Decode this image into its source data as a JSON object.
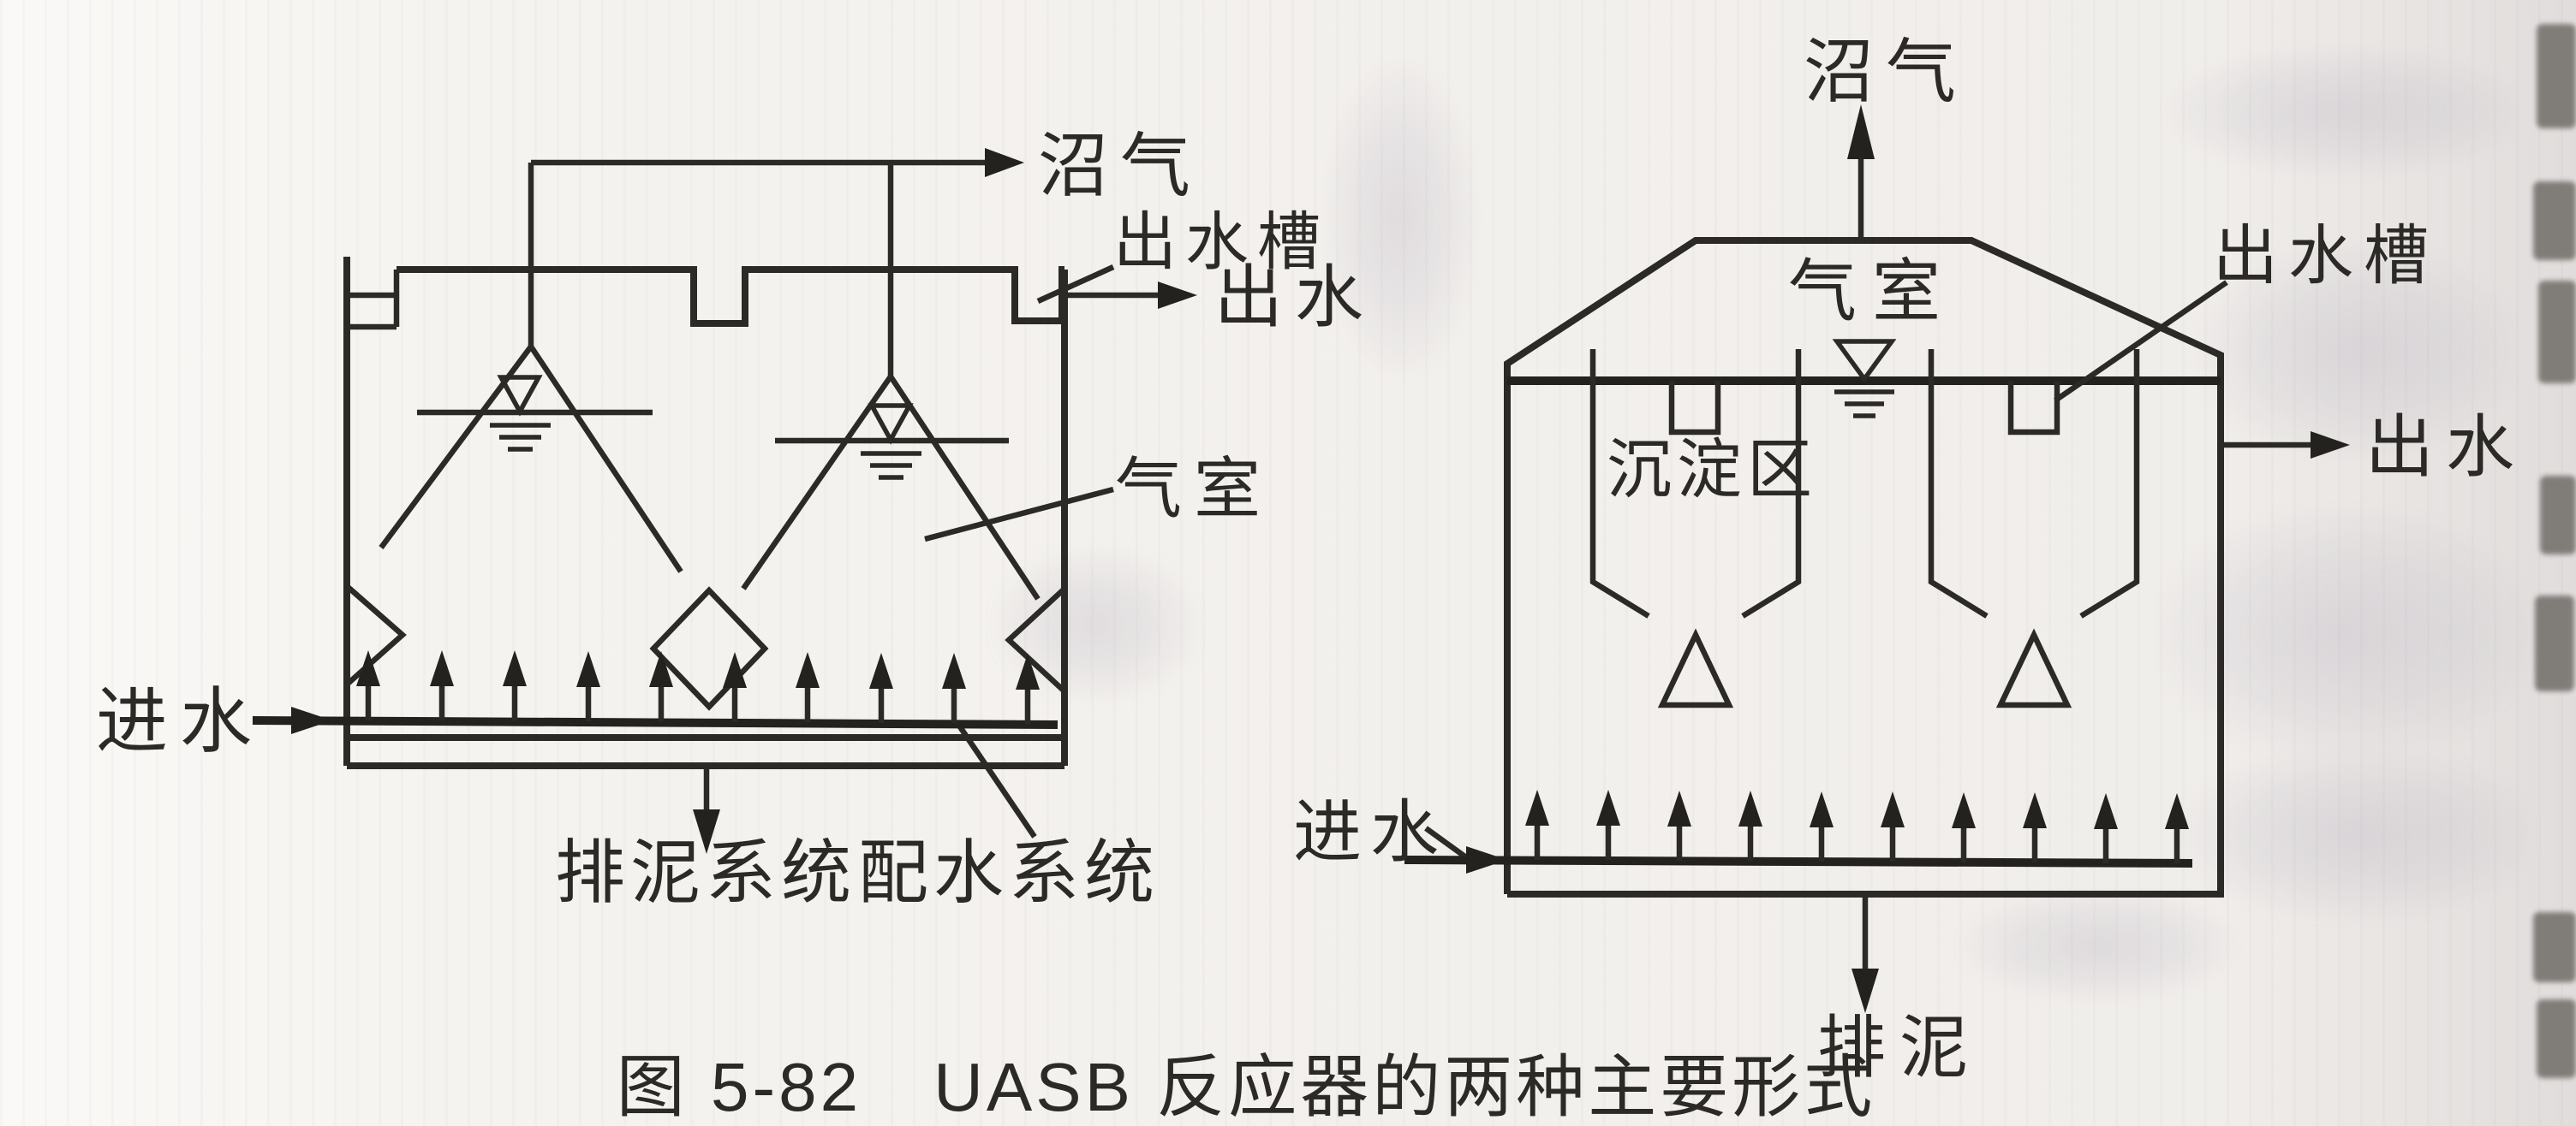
{
  "page": {
    "paper_color": "#f5f3ef",
    "ink_color": "#2b2a26"
  },
  "caption": "图 5-82　UASB 反应器的两种主要形式",
  "left_reactor": {
    "labels": {
      "biogas": "沼气",
      "effluent_trough": "出水槽",
      "effluent": "出水",
      "gas_chamber": "气室",
      "influent": "进水",
      "sludge_discharge_system": "排泥系统",
      "water_distribution_system": "配水系统"
    }
  },
  "right_reactor": {
    "labels": {
      "biogas": "沼气",
      "gas_chamber": "气室",
      "effluent_trough": "出水槽",
      "effluent": "出水",
      "settling_zone": "沉淀区",
      "influent": "进水",
      "sludge_discharge": "排泥"
    }
  }
}
